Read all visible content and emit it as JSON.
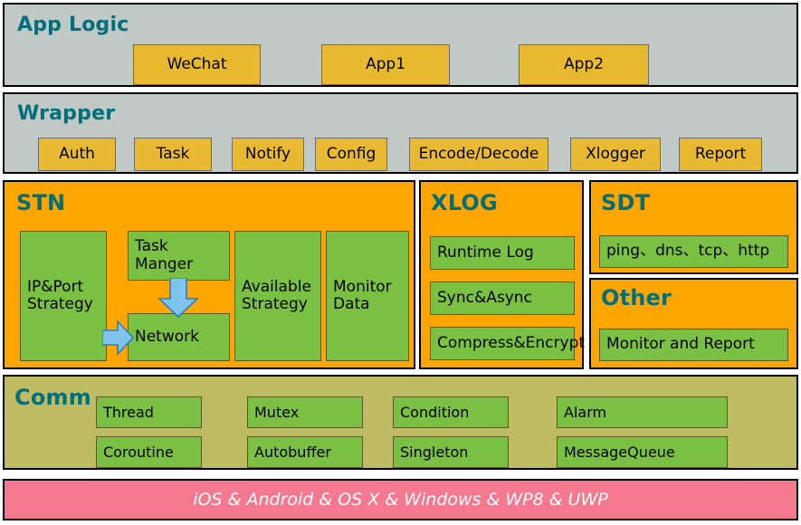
{
  "diagram": {
    "title": "Mars framework architecture layers",
    "colors": {
      "gray": "#c0c9c6",
      "orange": "#ffa500",
      "khaki": "#bfbb63",
      "pink": "#f4798f",
      "gold_box": "#e8b931",
      "green_box": "#79c043",
      "heading_text": "#006f7a",
      "arrow_fill": "#7fc4ef",
      "arrow_stroke": "#2a7fc4",
      "border": "#000000"
    }
  },
  "app_logic": {
    "title": "App Logic",
    "items": [
      {
        "label": "WeChat"
      },
      {
        "label": "App1"
      },
      {
        "label": "App2"
      }
    ]
  },
  "wrapper": {
    "title": "Wrapper",
    "items": [
      {
        "label": "Auth"
      },
      {
        "label": "Task"
      },
      {
        "label": "Notify"
      },
      {
        "label": "Config"
      },
      {
        "label": "Encode/Decode"
      },
      {
        "label": "Xlogger"
      },
      {
        "label": "Report"
      }
    ]
  },
  "stn": {
    "title": "STN",
    "items": [
      {
        "label": "IP&Port\nStrategy"
      },
      {
        "label": "Task\nManger"
      },
      {
        "label": "Network"
      },
      {
        "label": "Available\nStrategy"
      },
      {
        "label": "Monitor\nData"
      }
    ],
    "arrows": [
      {
        "name": "task-manger-to-network",
        "direction": "down"
      },
      {
        "name": "ipport-strategy-to-network",
        "direction": "right"
      }
    ]
  },
  "xlog": {
    "title": "XLOG",
    "items": [
      {
        "label": "Runtime Log"
      },
      {
        "label": "Sync&Async"
      },
      {
        "label": "Compress&Encrypt"
      }
    ]
  },
  "sdt": {
    "title": "SDT",
    "items": [
      {
        "label": "ping、dns、tcp、http"
      }
    ]
  },
  "other": {
    "title": "Other",
    "items": [
      {
        "label": "Monitor and Report"
      }
    ]
  },
  "comm": {
    "title": "Comm",
    "items": [
      {
        "label": "Thread"
      },
      {
        "label": "Mutex"
      },
      {
        "label": "Condition"
      },
      {
        "label": "Alarm"
      },
      {
        "label": "Coroutine"
      },
      {
        "label": "Autobuffer"
      },
      {
        "label": "Singleton"
      },
      {
        "label": "MessageQueue"
      }
    ]
  },
  "platforms": {
    "label": "iOS & Android & OS X & Windows & WP8 & UWP"
  }
}
